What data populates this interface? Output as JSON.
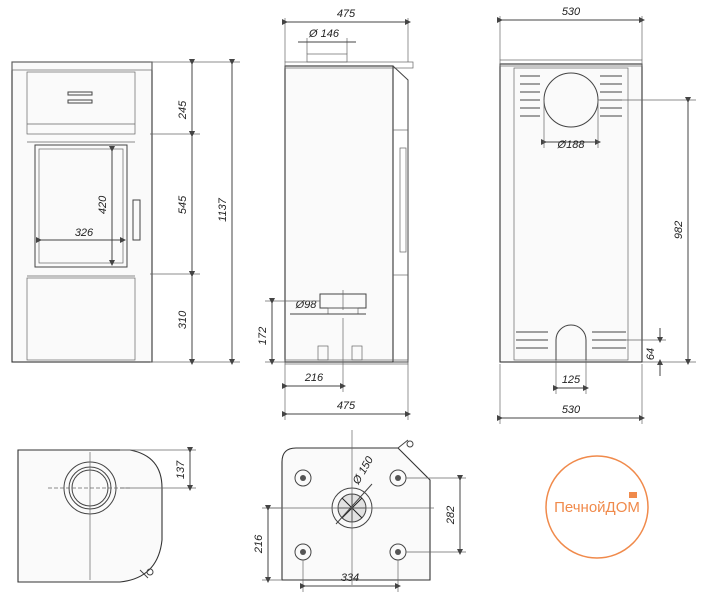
{
  "front_view": {
    "dims": [
      "245",
      "545",
      "310",
      "1137",
      "420",
      "326"
    ]
  },
  "side_view": {
    "dims": [
      "475",
      "Ø 146",
      "Ø98",
      "172",
      "216",
      "475"
    ]
  },
  "back_view": {
    "dims": [
      "530",
      "Ø188",
      "982",
      "64",
      "125",
      "530"
    ]
  },
  "top_view": {
    "dims": [
      "137"
    ]
  },
  "bottom_view": {
    "dims": [
      "Ø 150",
      "282",
      "216",
      "334"
    ]
  },
  "logo": {
    "text": "ПечнойДОМ",
    "color": "#f08a4b"
  }
}
